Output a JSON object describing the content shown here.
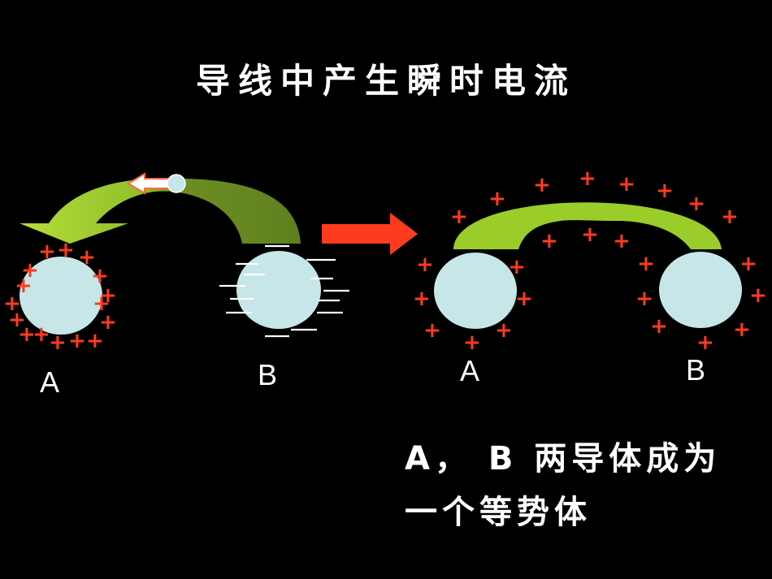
{
  "title": "导线中产生瞬时电流",
  "left_panel": {
    "label_a": "A",
    "label_b": "B"
  },
  "right_panel": {
    "label_a": "A",
    "label_b": "B"
  },
  "caption": {
    "line1": "A， B 两导体成为",
    "line2": "一个等势体"
  },
  "colors": {
    "background": "#000000",
    "sphere": "#c6e6e8",
    "wire_light": "#9acd2a",
    "wire_dark": "#6b8e23",
    "arrow": "#ff3b1e",
    "plus": "#ff3b1e",
    "minus": "#ffffff"
  }
}
